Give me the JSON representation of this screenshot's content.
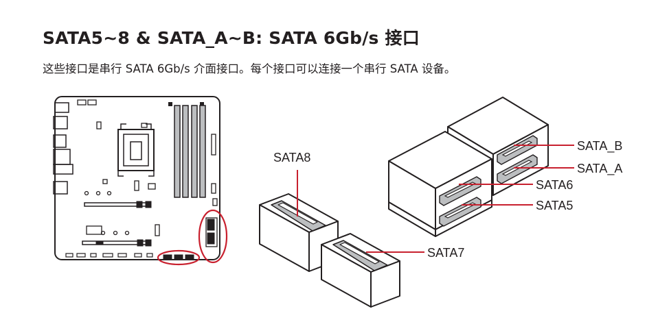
{
  "heading": "SATA5~8 & SATA_A~B: SATA 6Gb/s 接口",
  "description": "这些接口是串行 SATA 6Gb/s 介面接口。每个接口可以连接一个串行 SATA 设备。",
  "labels": {
    "sata8": "SATA8",
    "sata7": "SATA7",
    "sata_b": "SATA_B",
    "sata_a": "SATA_A",
    "sata6": "SATA6",
    "sata5": "SATA5"
  },
  "colors": {
    "text": "#231f20",
    "highlight_red": "#c8202e",
    "outline": "#231f20",
    "slot_fill": "#bcbec0"
  }
}
